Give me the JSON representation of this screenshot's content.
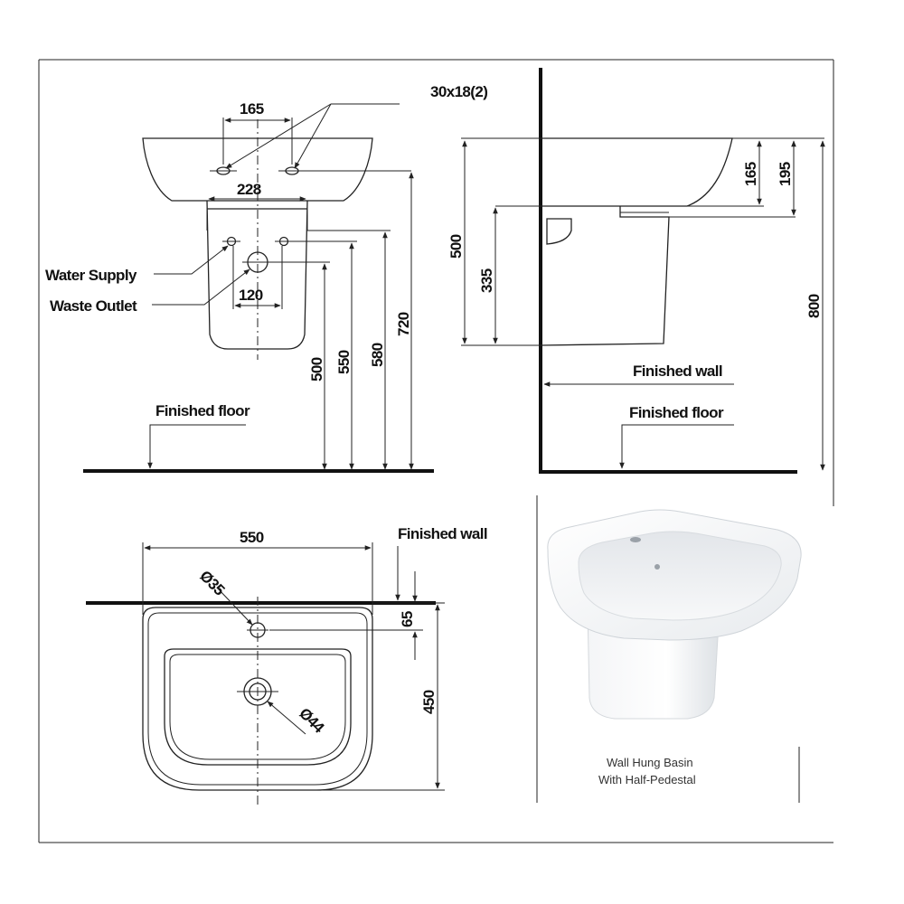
{
  "front_view": {
    "callout_slots": "30x18(2)",
    "dim_tap_spacing": "165",
    "dim_pedestal_width": "228",
    "dim_waste_spacing": "120",
    "label_water_supply": "Water Supply",
    "label_waste_outlet": "Waste Outlet",
    "dim_500": "500",
    "dim_550": "550",
    "dim_580": "580",
    "dim_720": "720",
    "label_finished_floor": "Finished floor"
  },
  "side_view": {
    "dim_165": "165",
    "dim_195": "195",
    "dim_500": "500",
    "dim_335": "335",
    "dim_800": "800",
    "label_finished_wall": "Finished wall",
    "label_finished_floor": "Finished floor"
  },
  "top_view": {
    "dim_width": "550",
    "dim_tap_hole": "Ø35",
    "dim_waste": "Ø44",
    "dim_65": "65",
    "dim_450": "450",
    "label_finished_wall": "Finished wall"
  },
  "product": {
    "caption_line1": "Wall Hung Basin",
    "caption_line2": "With Half-Pedestal"
  }
}
